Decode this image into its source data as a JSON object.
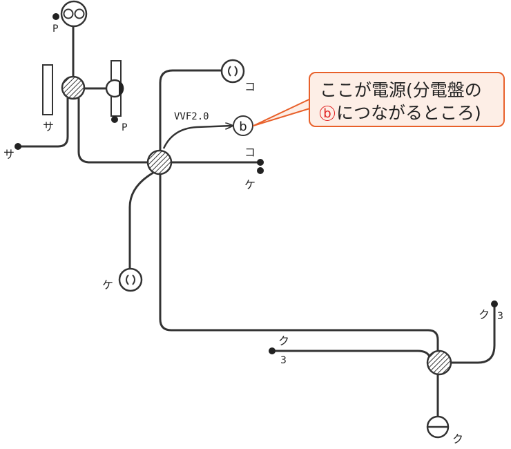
{
  "labels": {
    "p_top": "P",
    "p_right": "P",
    "sa_switch": "サ",
    "sa_end": "サ",
    "ko_top": "コ",
    "ko_right": "コ",
    "ke_right": "ケ",
    "ke_outlet": "ケ",
    "ku_right": "ク",
    "ku_right_num": "3",
    "ku_left": "ク",
    "ku_left_num": "3",
    "ku_bottom": "ク",
    "b_terminal": "b"
  },
  "cable": "VVF2.0",
  "callout": {
    "line1": "ここが電源(分電盤の",
    "mark": "b",
    "line2": "につながるところ)"
  },
  "colors": {
    "line": "#333333",
    "callout_border": "#e8602a",
    "callout_fill": "#fdeee6",
    "mark": "#e02020"
  }
}
